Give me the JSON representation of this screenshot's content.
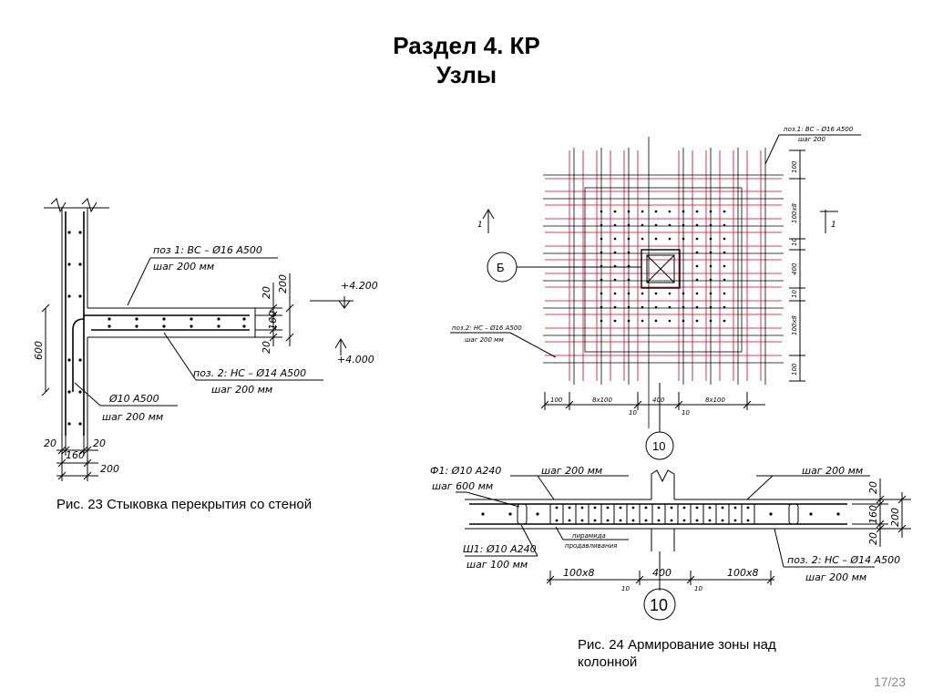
{
  "header": {
    "title_line1": "Раздел 4. КР",
    "title_line2": "Узлы"
  },
  "figure23": {
    "caption": "Рис. 23  Стыковка перекрытия со стеной",
    "labels": {
      "pos1": "поз 1: ВС – Ø16 А500",
      "pos1_step": "шаг 200 мм",
      "pos2": "поз. 2: НС – Ø14 А500",
      "pos2_step": "шаг 200 мм",
      "rod": "Ø10 А500",
      "rod_step": "шаг 200 мм",
      "elev_top": "+4.200",
      "elev_bottom": "+4.000",
      "dim_600": "600",
      "dim_20a": "20",
      "dim_160": "160",
      "dim_20b": "20",
      "dim_200": "200",
      "dim_bot_20a": "20",
      "dim_bot_20b": "20",
      "dim_bot_160": "160",
      "dim_bot_200": "200"
    }
  },
  "figure24": {
    "caption": "Рис. 24  Армирование зоны над колонной",
    "plan_labels": {
      "pos1": "поз.1: ВС – Ø16 А500",
      "pos1_step": "шаг 200",
      "pos2": "поз.2: НС – Ø16 А500",
      "pos2_step": "шаг 200 мм",
      "marker_b": "Б",
      "section_left": "1",
      "section_right": "1",
      "axis": "10",
      "dim_100a": "100",
      "dim_8x100a": "8х100",
      "dim_400": "400",
      "dim_8x100b": "8х100",
      "dim_10a": "10",
      "dim_10b": "10",
      "dim_right_100": "100",
      "dim_right_10x8": "100х8",
      "dim_right_10": "10",
      "dim_right_400": "400",
      "dim_right_10b": "10",
      "dim_right_100x8": "100х8",
      "dim_right_100b": "100"
    },
    "section_labels": {
      "f1": "Ф1: Ø10 А240",
      "f1_step": "шаг 600 мм",
      "step_left": "шаг 200 мм",
      "step_right": "шаг 200 мм",
      "pyramid_1": "пирамида",
      "pyramid_2": "продавливания",
      "sh1": "Ш1: Ø10 А240",
      "sh1_step": "шаг 100 мм",
      "pos2": "поз. 2: НС – Ø14 А500",
      "pos2_step": "шаг 200 мм",
      "dim_20": "20",
      "dim_160": "160",
      "dim_200": "200",
      "dim_20b": "20",
      "dim_100x8a": "100х8",
      "dim_400": "400",
      "dim_100x8b": "100х8",
      "dim_10a": "10",
      "dim_10b": "10",
      "axis": "10"
    }
  },
  "footer": {
    "page": "17/23"
  }
}
